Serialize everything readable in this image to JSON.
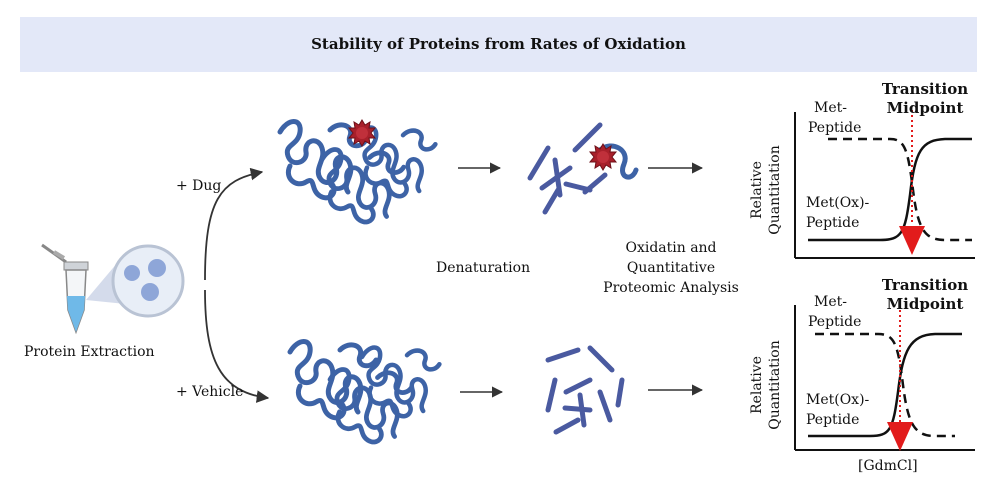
{
  "title": "Stability of Proteins from Rates of Oxidation",
  "left": {
    "extraction_label": "Protein Extraction",
    "drug_label": "+ Dug",
    "vehicle_label": "+ Vehicle"
  },
  "middle": {
    "denaturation_label": "Denaturation",
    "analysis_label": "Oxidatin and Quantitative Proteomic Analysis",
    "analysis_lines": [
      "Oxidatin and",
      "Quantitative",
      "Proteomic Analysis"
    ]
  },
  "plots": [
    {
      "transition_label": "Transition Midpoint",
      "transition_lines": [
        "Transition",
        "Midpoint"
      ],
      "met_peptide_lines": [
        "Met-",
        "Peptide"
      ],
      "met_ox_lines": [
        "Met(Ox)-",
        "Peptide"
      ],
      "y_axis_label": "Relative Quantitation",
      "y_axis_lines": [
        "Relative",
        "Quantitation"
      ]
    },
    {
      "transition_label": "Transition Midpoint",
      "transition_lines": [
        "Transition",
        "Midpoint"
      ],
      "met_peptide_lines": [
        "Met-",
        "Peptide"
      ],
      "met_ox_lines": [
        "Met(Ox)-",
        "Peptide"
      ],
      "y_axis_label": "Relative Quantitation",
      "y_axis_lines": [
        "Relative",
        "Quantitation"
      ]
    }
  ],
  "x_axis_label": "[GdmCl]",
  "colors": {
    "banner": "#e3e8f8",
    "protein": "#3d63a6",
    "fragment": "#4a5aa0",
    "oxidant": "#a8202b",
    "midpoint_arrow": "#e21b1b",
    "tube_liquid": "#6fb9e8",
    "magnifier_bg": "#e8eef7"
  }
}
